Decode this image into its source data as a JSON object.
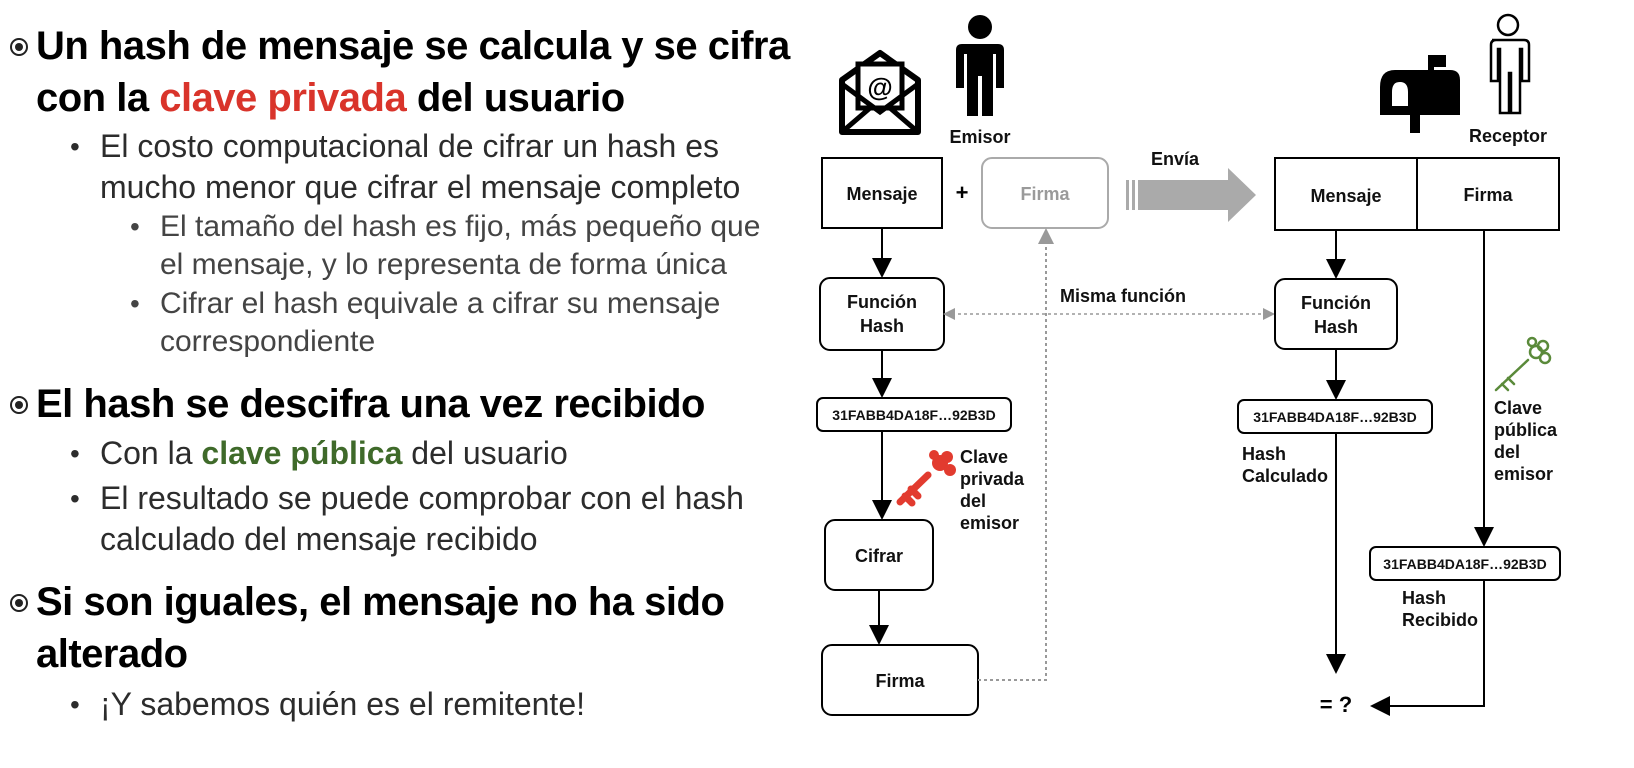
{
  "bullets": [
    {
      "title_pre": "Un hash de mensaje se calcula y se cifra con la ",
      "title_highlight": "clave privada",
      "title_post": " del usuario",
      "subs": [
        {
          "text": "El costo computacional de cifrar un hash es mucho menor que cifrar el mensaje completo",
          "subs": [
            "El tamaño del hash es fijo, más pequeño que el mensaje, y lo representa de forma única",
            "Cifrar el hash equivale a cifrar su mensaje correspondiente"
          ]
        }
      ]
    },
    {
      "title": "El hash se descifra una vez recibido",
      "sub1_pre": "Con la ",
      "sub1_highlight": "clave pública",
      "sub1_post": " del usuario",
      "sub2": "El resultado se puede comprobar con el hash calculado del mensaje recibido"
    },
    {
      "title": "Si son iguales, el mensaje no ha sido alterado",
      "sub1": "¡Y sabemos quién es el remitente!"
    }
  ],
  "diagram": {
    "sender_label": "Emisor",
    "receiver_label": "Receptor",
    "send_label": "Envía",
    "sender_message": "Mensaje",
    "plus": "+",
    "sender_signature_ghost": "Firma",
    "hash_function_line1": "Función",
    "hash_function_line2": "Hash",
    "same_function": "Misma función",
    "hash_value": "31FABB4DA18F…92B3D",
    "private_key_label": [
      "Clave",
      "privada",
      "del",
      "emisor"
    ],
    "encrypt": "Cifrar",
    "signature": "Firma",
    "receiver_message": "Mensaje",
    "receiver_signature": "Firma",
    "computed_hash_label": [
      "Hash",
      "Calculado"
    ],
    "public_key_label": [
      "Clave",
      "pública",
      "del",
      "emisor"
    ],
    "received_hash_label": [
      "Hash",
      "Recibido"
    ],
    "compare": "= ?"
  },
  "colors": {
    "private_key": "#d9342b",
    "public_key": "#3f6a2a",
    "ghost": "#9a9a9a",
    "arrow_gray": "#a6a6a6"
  },
  "icons": [
    "envelope-at-icon",
    "person-icon",
    "mailbox-icon",
    "person-outline-icon",
    "red-key-icon",
    "green-key-icon"
  ]
}
